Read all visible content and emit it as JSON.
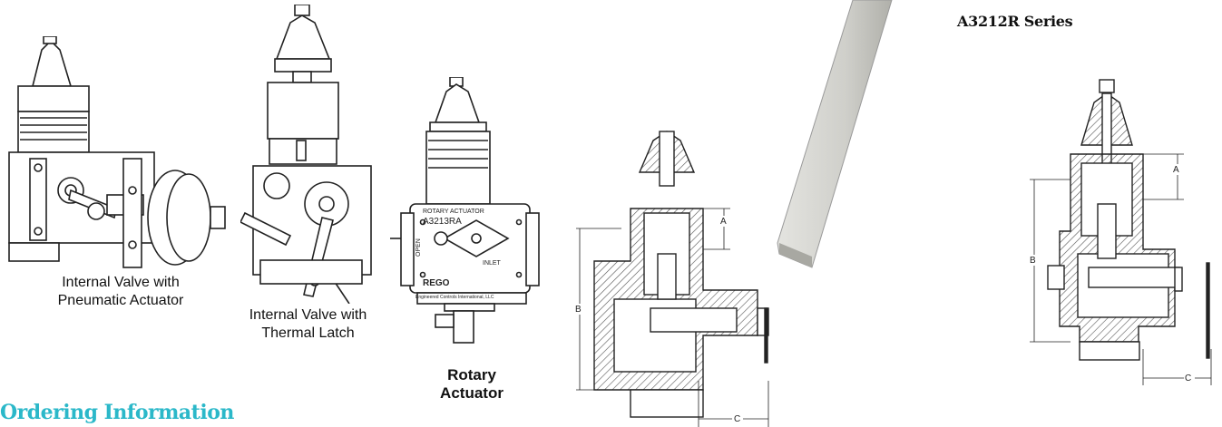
{
  "series_title": "A3212R Series",
  "section_heading": "Ordering Information",
  "captions": {
    "pneumatic": [
      "Internal Valve with",
      "Pneumatic Actuator"
    ],
    "thermal": [
      "Internal Valve with",
      "Thermal Latch"
    ],
    "rotary": [
      "Rotary",
      "Actuator"
    ]
  },
  "rotary_label": {
    "model": "A3213RA",
    "small": "ROTARY ACTUATOR",
    "open": "OPEN",
    "inlet": "INLET",
    "brand": "REGO",
    "maker": "Engineered Controls International, LLC"
  },
  "dimensions": {
    "a": "A",
    "b": "B",
    "c": "C"
  },
  "colors": {
    "heading": "#2bb8c9",
    "line": "#222222",
    "hatch": "#555555"
  }
}
